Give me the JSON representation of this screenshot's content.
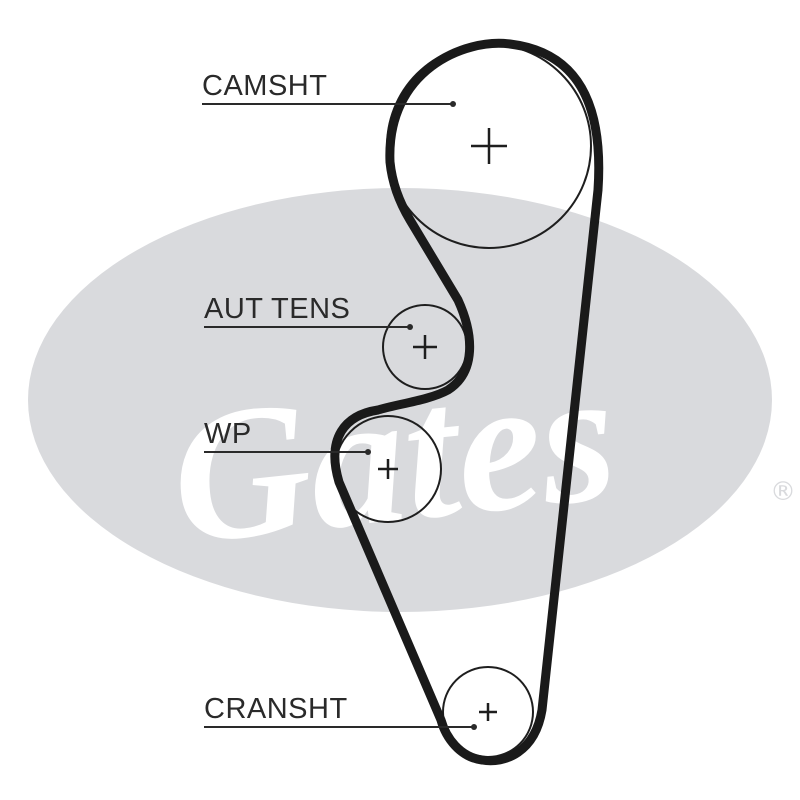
{
  "watermark": {
    "text": "Gates",
    "registered_mark": "®",
    "ellipse_color": "#d9dadd"
  },
  "belt_color": "#1a1a1a",
  "labels": {
    "camshaft": "CAMSHT",
    "auto_tensioner": "AUT TENS",
    "water_pump": "WP",
    "crankshaft": "CRANSHT"
  }
}
